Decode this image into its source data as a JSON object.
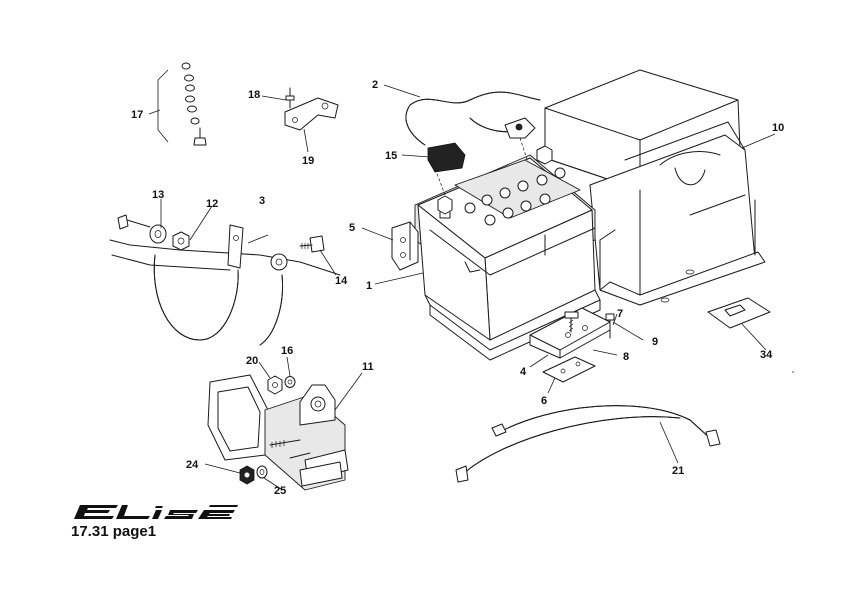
{
  "page_ref": "17.31 page1",
  "brand": "ELISE",
  "callouts": {
    "c1": "1",
    "c2": "2",
    "c3": "3",
    "c4": "4",
    "c5": "5",
    "c6": "6",
    "c7": "7",
    "c8": "8",
    "c9": "9",
    "c10": "10",
    "c11": "11",
    "c12": "12",
    "c13": "13",
    "c14": "14",
    "c15": "15",
    "c16": "16",
    "c17": "17",
    "c18": "18",
    "c19": "19",
    "c20": "20",
    "c21": "21",
    "c24": "24",
    "c25": "25",
    "c34": "34"
  }
}
